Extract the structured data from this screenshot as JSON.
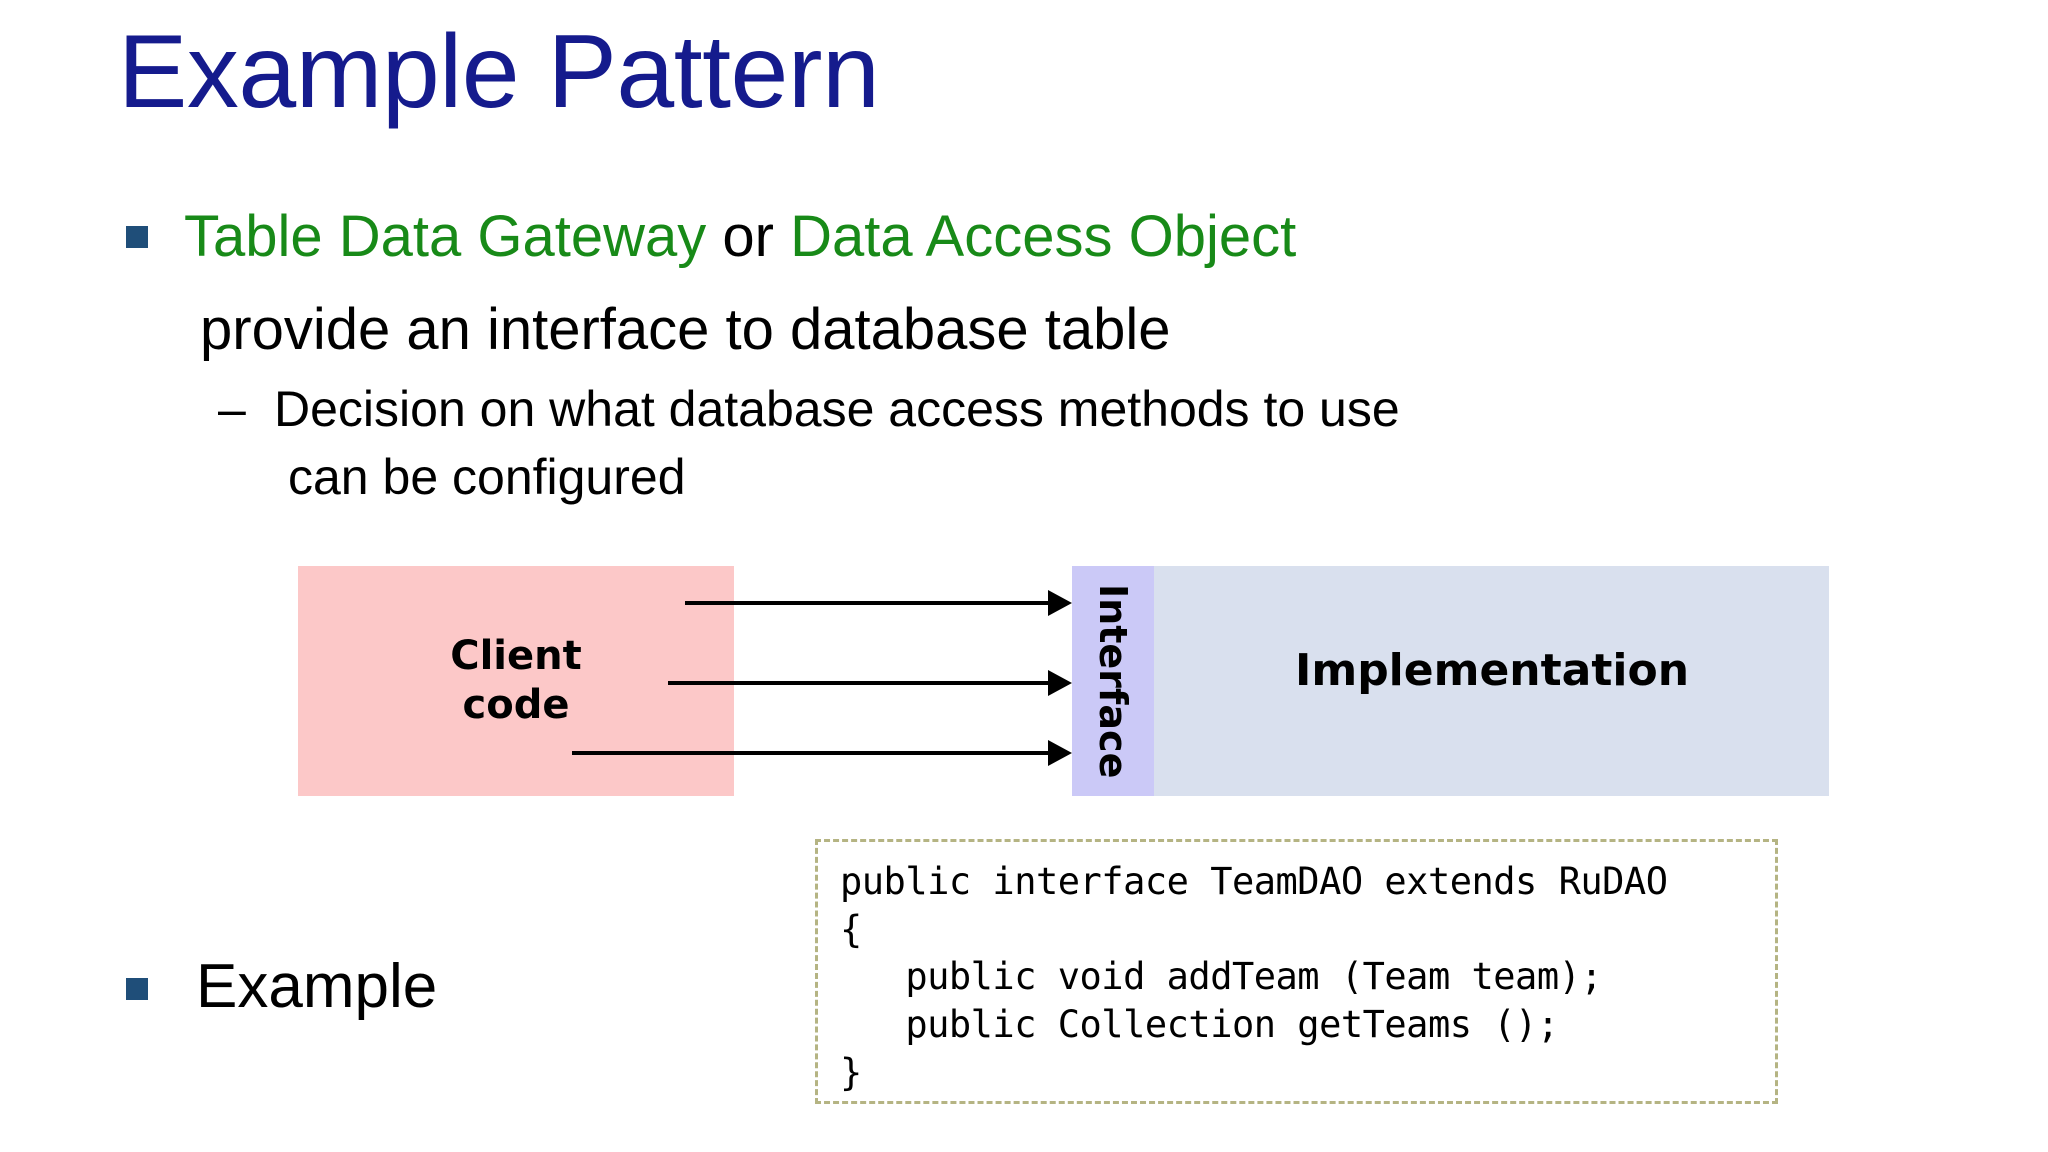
{
  "slide": {
    "title": "Example Pattern",
    "bullets": [
      {
        "marker": "square",
        "line1_green_a": "Table Data Gateway",
        "line1_plain": " or ",
        "line1_green_b": "Data Access Object",
        "line2": "provide an interface to database table",
        "sub": {
          "dash": "–",
          "line1": "Decision on what database access methods to use",
          "line2": "can be configured"
        }
      },
      {
        "marker": "square",
        "label": "Example"
      }
    ],
    "diagram": {
      "client_label_line1": "Client",
      "client_label_line2": "code",
      "interface_label": "Interface",
      "implementation_label": "Implementation",
      "arrows": [
        {
          "name": "arrow-top"
        },
        {
          "name": "arrow-middle"
        },
        {
          "name": "arrow-bottom"
        }
      ],
      "colors": {
        "client_fill": "#FCC8C8",
        "interface_fill": "#CBC9F7",
        "implementation_fill": "#D9E0EE",
        "arrow": "#000000"
      }
    },
    "code_block": {
      "text": "public interface TeamDAO extends RuDAO\n{\n   public void addTeam (Team team);\n   public Collection getTeams ();\n}",
      "border_color": "#B5B483"
    },
    "colors": {
      "title": "#151B8D",
      "bullet_square": "#1F4E79",
      "highlight_green": "#188A18",
      "body_text": "#000000",
      "background": "#FFFFFF"
    }
  }
}
